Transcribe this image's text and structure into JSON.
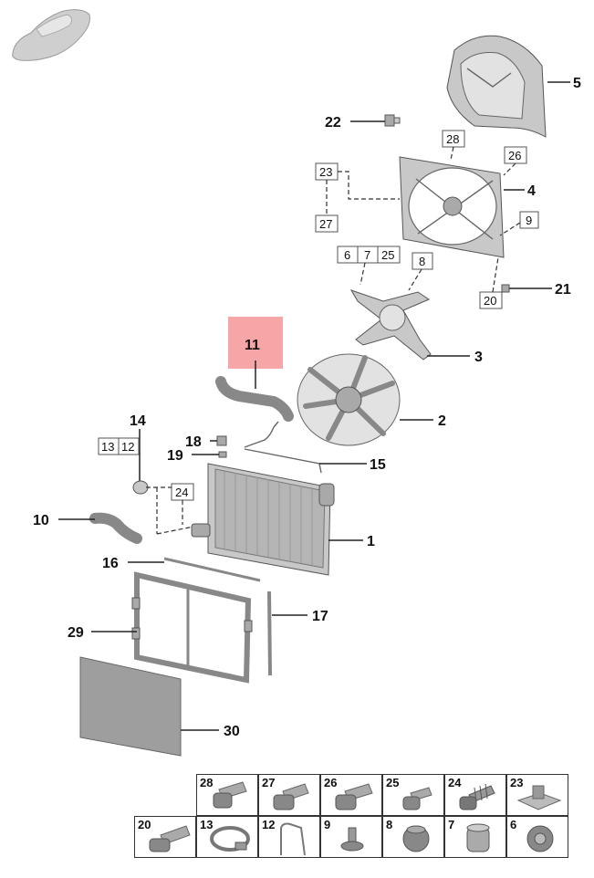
{
  "callouts": {
    "c1": "1",
    "c2": "2",
    "c3": "3",
    "c4": "4",
    "c5": "5",
    "c10": "10",
    "c11": "11",
    "c14": "14",
    "c15": "15",
    "c16": "16",
    "c17": "17",
    "c18": "18",
    "c19": "19",
    "c21": "21",
    "c22": "22",
    "c29": "29",
    "c30": "30"
  },
  "ref_boxes": {
    "r28": "28",
    "r26": "26",
    "r23": "23",
    "r27": "27",
    "r9": "9",
    "r6": "6",
    "r7": "7",
    "r25": "25",
    "r8": "8",
    "r20": "20",
    "r13": "13",
    "r12": "12",
    "r24": "24"
  },
  "highlight": {
    "label": "11",
    "color": "#f6a6a6"
  },
  "parts_grid": {
    "row1": [
      "28",
      "27",
      "26",
      "25",
      "24",
      "23"
    ],
    "row2": [
      "20",
      "13",
      "12",
      "9",
      "8",
      "7",
      "6"
    ]
  },
  "colors": {
    "line": "#222222",
    "part_fill": "#c8c8c8",
    "highlight": "#f6a6a6"
  }
}
